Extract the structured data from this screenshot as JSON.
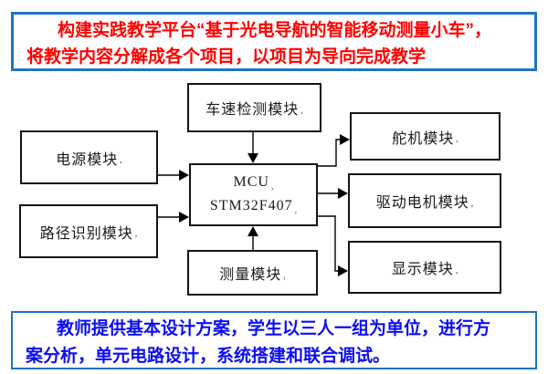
{
  "banner_top": {
    "line1": "构建实践教学平台“基于光电导航的智能移动测量小车”，",
    "line2": "将教学内容分解成各个项目，以项目为导向完成教学",
    "text_color": "#ff0000",
    "border_color": "#2173c4"
  },
  "diagram": {
    "paragraph_mark": ",",
    "line_color": "#000000",
    "boxes": {
      "speed": {
        "label": "车速检测模块"
      },
      "power": {
        "label": "电源模块"
      },
      "path": {
        "label": "路径识别模块"
      },
      "mcu": {
        "line1": "MCU",
        "line2": "STM32F407"
      },
      "measure": {
        "label": "测量模块"
      },
      "servo": {
        "label": "舵机模块"
      },
      "motor": {
        "label": "驱动电机模块"
      },
      "display": {
        "label": "显示模块"
      }
    },
    "connections": [
      {
        "from": "车速检测模块",
        "to": "MCU STM32F407"
      },
      {
        "from": "电源模块",
        "to": "MCU STM32F407"
      },
      {
        "from": "路径识别模块",
        "to": "MCU STM32F407"
      },
      {
        "from": "测量模块",
        "to": "MCU STM32F407"
      },
      {
        "from": "MCU STM32F407",
        "to": "舵机模块"
      },
      {
        "from": "MCU STM32F407",
        "to": "驱动电机模块"
      },
      {
        "from": "MCU STM32F407",
        "to": "显示模块"
      }
    ]
  },
  "banner_bottom": {
    "line1": "教师提供基本设计方案，学生以三人一组为单位，进行方",
    "line2": "案分析，单元电路设计，系统搭建和联合调试。",
    "text_color": "#0d0df2",
    "border_color": "#2173c4"
  }
}
